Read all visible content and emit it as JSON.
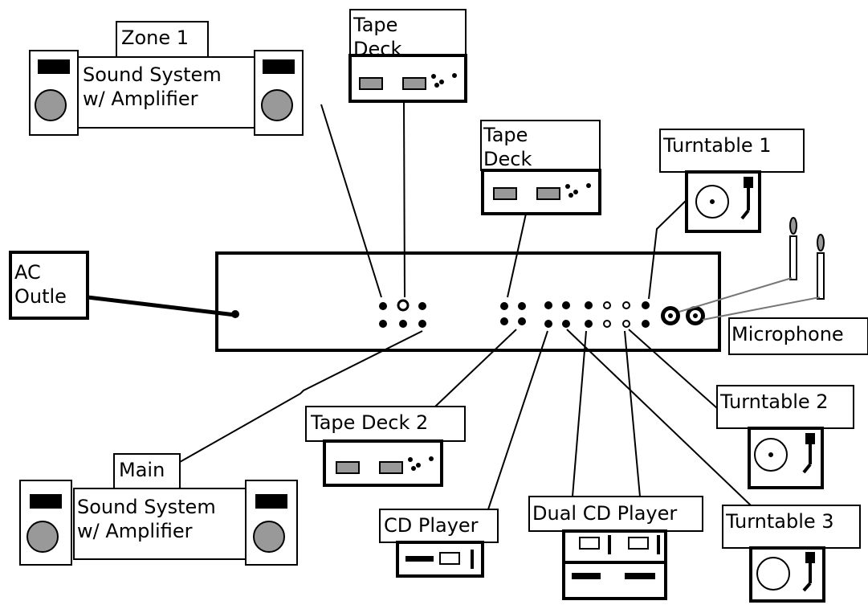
{
  "labels": {
    "zone1": "Zone 1",
    "zone1_system": "Sound System\nw/ Amplifier",
    "tape_deck_top": "Tape\nDeck",
    "tape_deck_mid": "Tape\nDeck",
    "turntable1": "Turntable 1",
    "ac_outlet": "AC\nOutle",
    "microphone": "Microphone",
    "tape_deck2": "Tape Deck 2",
    "turntable2": "Turntable 2",
    "main": "Main",
    "main_system": "Sound System\nw/ Amplifier",
    "cd_player": "CD Player",
    "dual_cd_player": "Dual CD Player",
    "turntable3": "Turntable 3"
  },
  "colors": {
    "line": "#000000",
    "speaker_cone": "#999999",
    "tape_slot": "#999999",
    "mic_cable": "#777777",
    "background": "#ffffff"
  },
  "icons": {
    "speaker": "speaker-icon",
    "tape_deck": "tape-deck-icon",
    "turntable": "turntable-icon",
    "cd_player": "cd-player-icon",
    "microphone": "microphone-icon",
    "mixer": "mixer-unit"
  }
}
